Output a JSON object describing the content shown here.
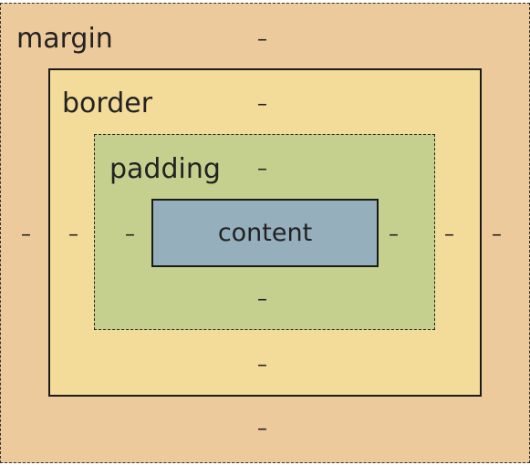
{
  "box_model": {
    "margin": {
      "label": "margin",
      "top": "–",
      "right": "–",
      "bottom": "–",
      "left": "–"
    },
    "border": {
      "label": "border",
      "top": "–",
      "right": "–",
      "bottom": "–",
      "left": "–"
    },
    "padding": {
      "label": "padding",
      "top": "–",
      "right": "–",
      "bottom": "–",
      "left": "–"
    },
    "content": {
      "label": "content"
    }
  },
  "colors": {
    "margin": "#EDCA9B",
    "border": "#F3DC9A",
    "padding": "#C6D08E",
    "content": "#95AFBC",
    "outline": "#1A1A1A"
  }
}
